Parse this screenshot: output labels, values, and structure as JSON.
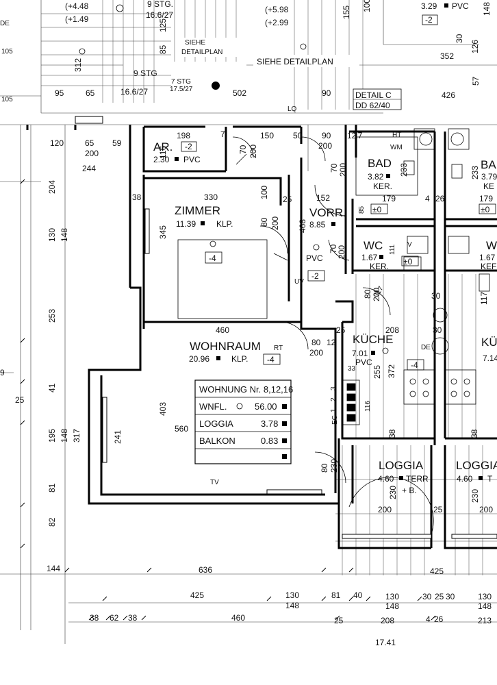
{
  "top": {
    "left_dims": [
      "(+4.48",
      "(+1.49",
      "312",
      "9 STG.",
      "16.6/27",
      "125",
      "85",
      "9 STG",
      "7 STG",
      "17.5/27",
      "16.6/27",
      "95",
      "65",
      "502",
      "90"
    ],
    "detailplan_small_line1": "SIEHE",
    "detailplan_small_line2": "DETAILPLAN",
    "detailplan_large": "SIEHE DETAILPLAN",
    "elev_right": [
      "(+5.98",
      "(+2.99",
      "155",
      "100"
    ],
    "right_top": [
      "3.29",
      "PVC",
      "-2",
      "30",
      "352",
      "426",
      "57",
      "148",
      "126"
    ],
    "detail_c_line1": "DETAIL C",
    "detail_c_line2": "DD 62/40",
    "left_stub": [
      "DE",
      "105",
      "105"
    ]
  },
  "rooms": {
    "ar": {
      "name": "AR.",
      "code": "-2",
      "area": "2.30",
      "floor": "PVC"
    },
    "zimmer": {
      "name": "ZIMMER",
      "area": "11.39",
      "floor": "KLP.",
      "code": "-4"
    },
    "vorr": {
      "name": "VORR.",
      "area": "8.85",
      "floor": "PVC",
      "code": "-2"
    },
    "bad": {
      "name": "BAD",
      "area": "3.82",
      "extra": "KER."
    },
    "bad2": {
      "name": "BA",
      "area": "3.79",
      "extra": "KE"
    },
    "wc": {
      "name": "WC",
      "area": "1.67",
      "extra": "KER."
    },
    "wc2": {
      "name": "W",
      "area": "1.67",
      "extra": "KEF"
    },
    "wohnraum": {
      "name": "WOHNRAUM",
      "area": "20.96",
      "floor": "KLP.",
      "code": "-4"
    },
    "kuche": {
      "name": "KÜCHE",
      "area": "7.01",
      "floor": "PVC",
      "code": "-4"
    },
    "kuche2": {
      "name": "KÜ",
      "area": "7.14"
    },
    "loggia": {
      "name": "LOGGIA",
      "area": "4.60",
      "extra": "TERR",
      "extra2": "+ B."
    },
    "loggia2": {
      "name": "LOGGIA",
      "area": "4.60",
      "extra": "T"
    }
  },
  "legend": {
    "title": "WOHNUNG Nr. 8,12,16",
    "rows": [
      {
        "label": "WNFL.",
        "value": "56.00"
      },
      {
        "label": "LOGGIA",
        "value": "3.78"
      },
      {
        "label": "BALKON",
        "value": "0.83"
      },
      {
        "label": "",
        "value": ""
      }
    ]
  },
  "dims": {
    "row1": [
      "120",
      "65",
      "59",
      "200",
      "244",
      "198",
      "116",
      "7",
      "70",
      "200",
      "150",
      "50",
      "90",
      "200",
      "12",
      "17"
    ],
    "inner": [
      "330",
      "38",
      "345",
      "100",
      "25",
      "80",
      "200",
      "468",
      "152",
      "70",
      "200",
      "85",
      "±0",
      "179",
      "233",
      "4",
      "26",
      "70",
      "200",
      "111",
      "±0",
      "80",
      "200",
      "117"
    ],
    "wohn": [
      "460",
      "80",
      "12",
      "200",
      "25",
      "208",
      "30",
      "33",
      "255",
      "372",
      "403",
      "560",
      "241",
      "116",
      "EG",
      "1",
      "2",
      "3",
      "38",
      "80",
      "230",
      "230",
      "200",
      "25",
      "38",
      "230",
      "200"
    ],
    "left_col": [
      "204",
      "130",
      "148",
      "253",
      "41",
      "25",
      "195",
      "148",
      "317",
      "81",
      "82",
      "9"
    ],
    "bottom1": [
      "144",
      "636",
      "425"
    ],
    "bottom2": [
      "425",
      "130",
      "148",
      "81",
      "40",
      "130",
      "148",
      "30",
      "25",
      "30",
      "130",
      "148"
    ],
    "bottom3": [
      "38",
      "62",
      "38",
      "460",
      "25",
      "208",
      "4",
      "26",
      "213"
    ],
    "total": "17.41",
    "right_extra": [
      "179",
      "±0",
      "233",
      "117",
      "30"
    ],
    "misc": [
      "RT",
      "TV",
      "UV",
      "LQ",
      "HT",
      "WM",
      "DE",
      "V"
    ]
  }
}
